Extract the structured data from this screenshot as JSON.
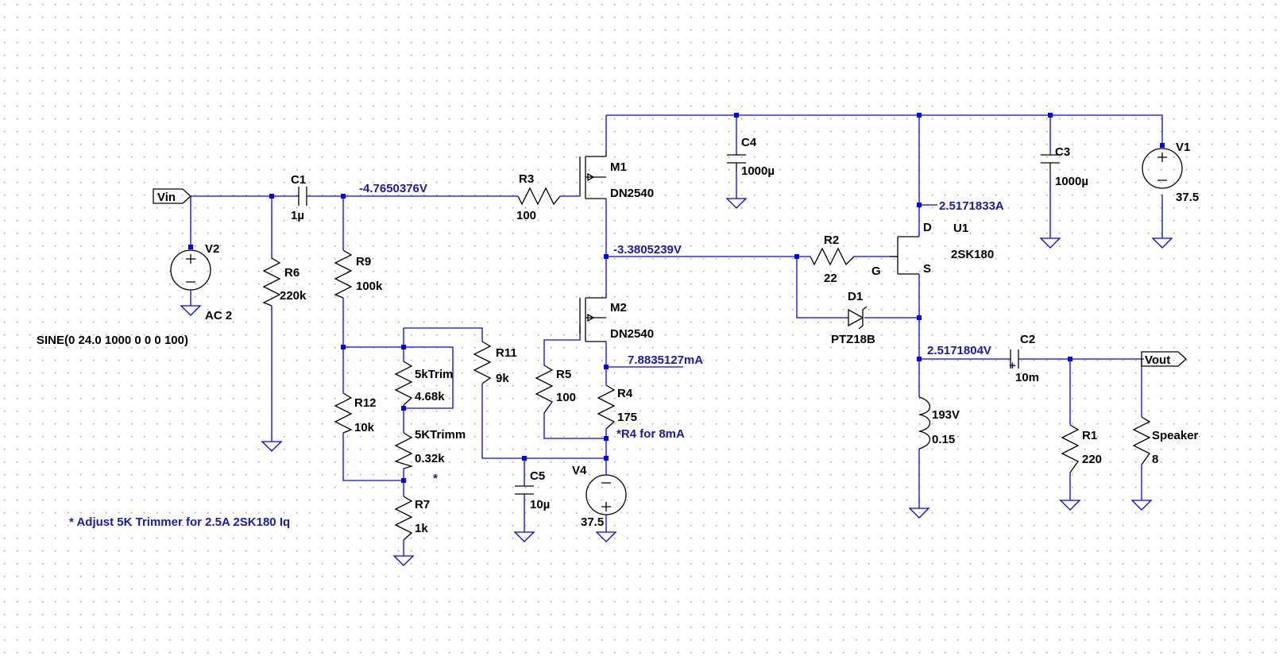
{
  "schematic": {
    "ports": {
      "vin": "Vin",
      "vout": "Vout"
    },
    "components": {
      "c1": {
        "name": "C1",
        "value": "1µ"
      },
      "c2": {
        "name": "C2",
        "value": "10m"
      },
      "c3": {
        "name": "C3",
        "value": "1000µ"
      },
      "c4": {
        "name": "C4",
        "value": "1000µ"
      },
      "c5": {
        "name": "C5",
        "value": "10µ"
      },
      "r1": {
        "name": "R1",
        "value": "220"
      },
      "r2": {
        "name": "R2",
        "value": "22"
      },
      "r3": {
        "name": "R3",
        "value": "100"
      },
      "r4": {
        "name": "R4",
        "value": "175"
      },
      "r5": {
        "name": "R5",
        "value": "100"
      },
      "r6": {
        "name": "R6",
        "value": "220k"
      },
      "r7": {
        "name": "R7",
        "value": "1k"
      },
      "r9": {
        "name": "R9",
        "value": "100k"
      },
      "r11": {
        "name": "R11",
        "value": "9k"
      },
      "r12": {
        "name": "R12",
        "value": "10k"
      },
      "trim_a": {
        "name": "5kTrim",
        "value": "4.68k"
      },
      "trim_b": {
        "name": "5KTrimm",
        "value": "0.32k",
        "mark": "*"
      },
      "speaker": {
        "name": "Speaker",
        "value": "8"
      },
      "m1": {
        "name": "M1",
        "model": "DN2540"
      },
      "m2": {
        "name": "M2",
        "model": "DN2540"
      },
      "u1": {
        "name": "U1",
        "model": "2SK180",
        "pin_d": "D",
        "pin_g": "G",
        "pin_s": "S"
      },
      "d1": {
        "name": "D1",
        "model": "PTZ18B"
      },
      "l1": {
        "name": "193V",
        "value": "0.15"
      },
      "v1": {
        "name": "V1",
        "value": "37.5"
      },
      "v2": {
        "name": "V2",
        "value": "AC 2",
        "source": "SINE(0 24.0 1000 0 0 0 100)"
      },
      "v4": {
        "name": "V4",
        "value": "37.5"
      }
    },
    "op_points": {
      "gate_m1": "-4.7650376V",
      "mid_node": "-3.3805239V",
      "u1_drain_current": "2.5171833A",
      "source_node": "2.5171804V",
      "m2_current": "7.8835127mA"
    },
    "notes": {
      "r4_note": "*R4 for 8mA",
      "trim_note": "* Adjust 5K Trimmer for 2.5A 2SK180 Iq"
    },
    "colors": {
      "wire": "#0000ff",
      "component": "#000000",
      "op_label": "#1a1aa8",
      "grid_dot": "#8c8c8c"
    }
  }
}
